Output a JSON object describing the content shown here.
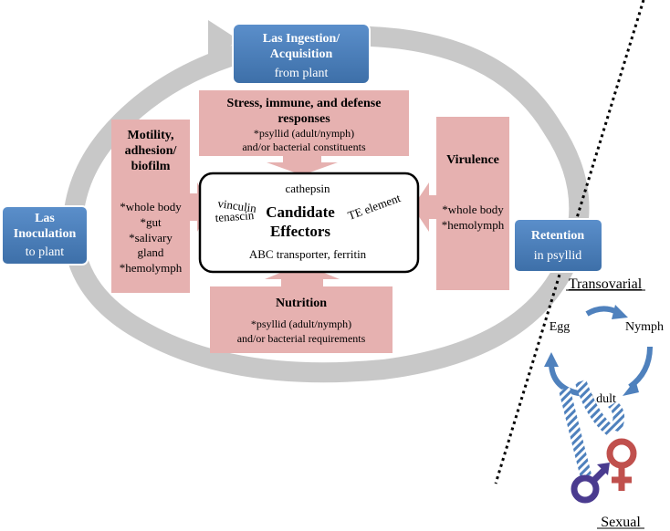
{
  "boxes": {
    "ingestion": {
      "title_line1": "Las Ingestion/",
      "title_line2": "Acquisition",
      "subtitle": "from plant"
    },
    "inoculation": {
      "title_line1": "Las",
      "title_line2": "Inoculation",
      "subtitle": "to plant"
    },
    "retention": {
      "title": "Retention",
      "subtitle": "in psyllid"
    }
  },
  "factors": {
    "stress": {
      "title_line1": "Stress, immune, and defense",
      "title_line2": "responses",
      "detail_line1": "*psyllid (adult/nymph)",
      "detail_line2": "and/or bacterial constituents"
    },
    "motility": {
      "title_lines": [
        "Motility,",
        "adhesion/",
        "biofilm"
      ],
      "items": [
        "*whole body",
        "*gut",
        "*salivary",
        "gland",
        "*hemolymph"
      ]
    },
    "virulence": {
      "title": "Virulence",
      "items": [
        "*whole body",
        "*hemolymph"
      ]
    },
    "nutrition": {
      "title": "Nutrition",
      "detail_line1": "*psyllid (adult/nymph)",
      "detail_line2": "and/or bacterial requirements"
    }
  },
  "center": {
    "title_line1": "Candidate",
    "title_line2": "Effectors",
    "cathepsin": "cathepsin",
    "vinculin": "vinculin",
    "tenascin": "tenascin",
    "te_element": "TE element",
    "abc": "ABC transporter, ferritin"
  },
  "transmission": {
    "transovarial": "Transovarial",
    "egg": "Egg",
    "nymph": "Nymph",
    "adult": "Adult",
    "sexual": "Sexual",
    "female_symbol": "♀",
    "male_symbol": "♂"
  },
  "colors": {
    "blue_box": "#4f81bd",
    "pink_box": "#e6b1b0",
    "cycle_arrow": "#c8c8c8",
    "life_arrow": "#4f81bd",
    "female": "#c0504d",
    "male": "#4a3b8f"
  }
}
